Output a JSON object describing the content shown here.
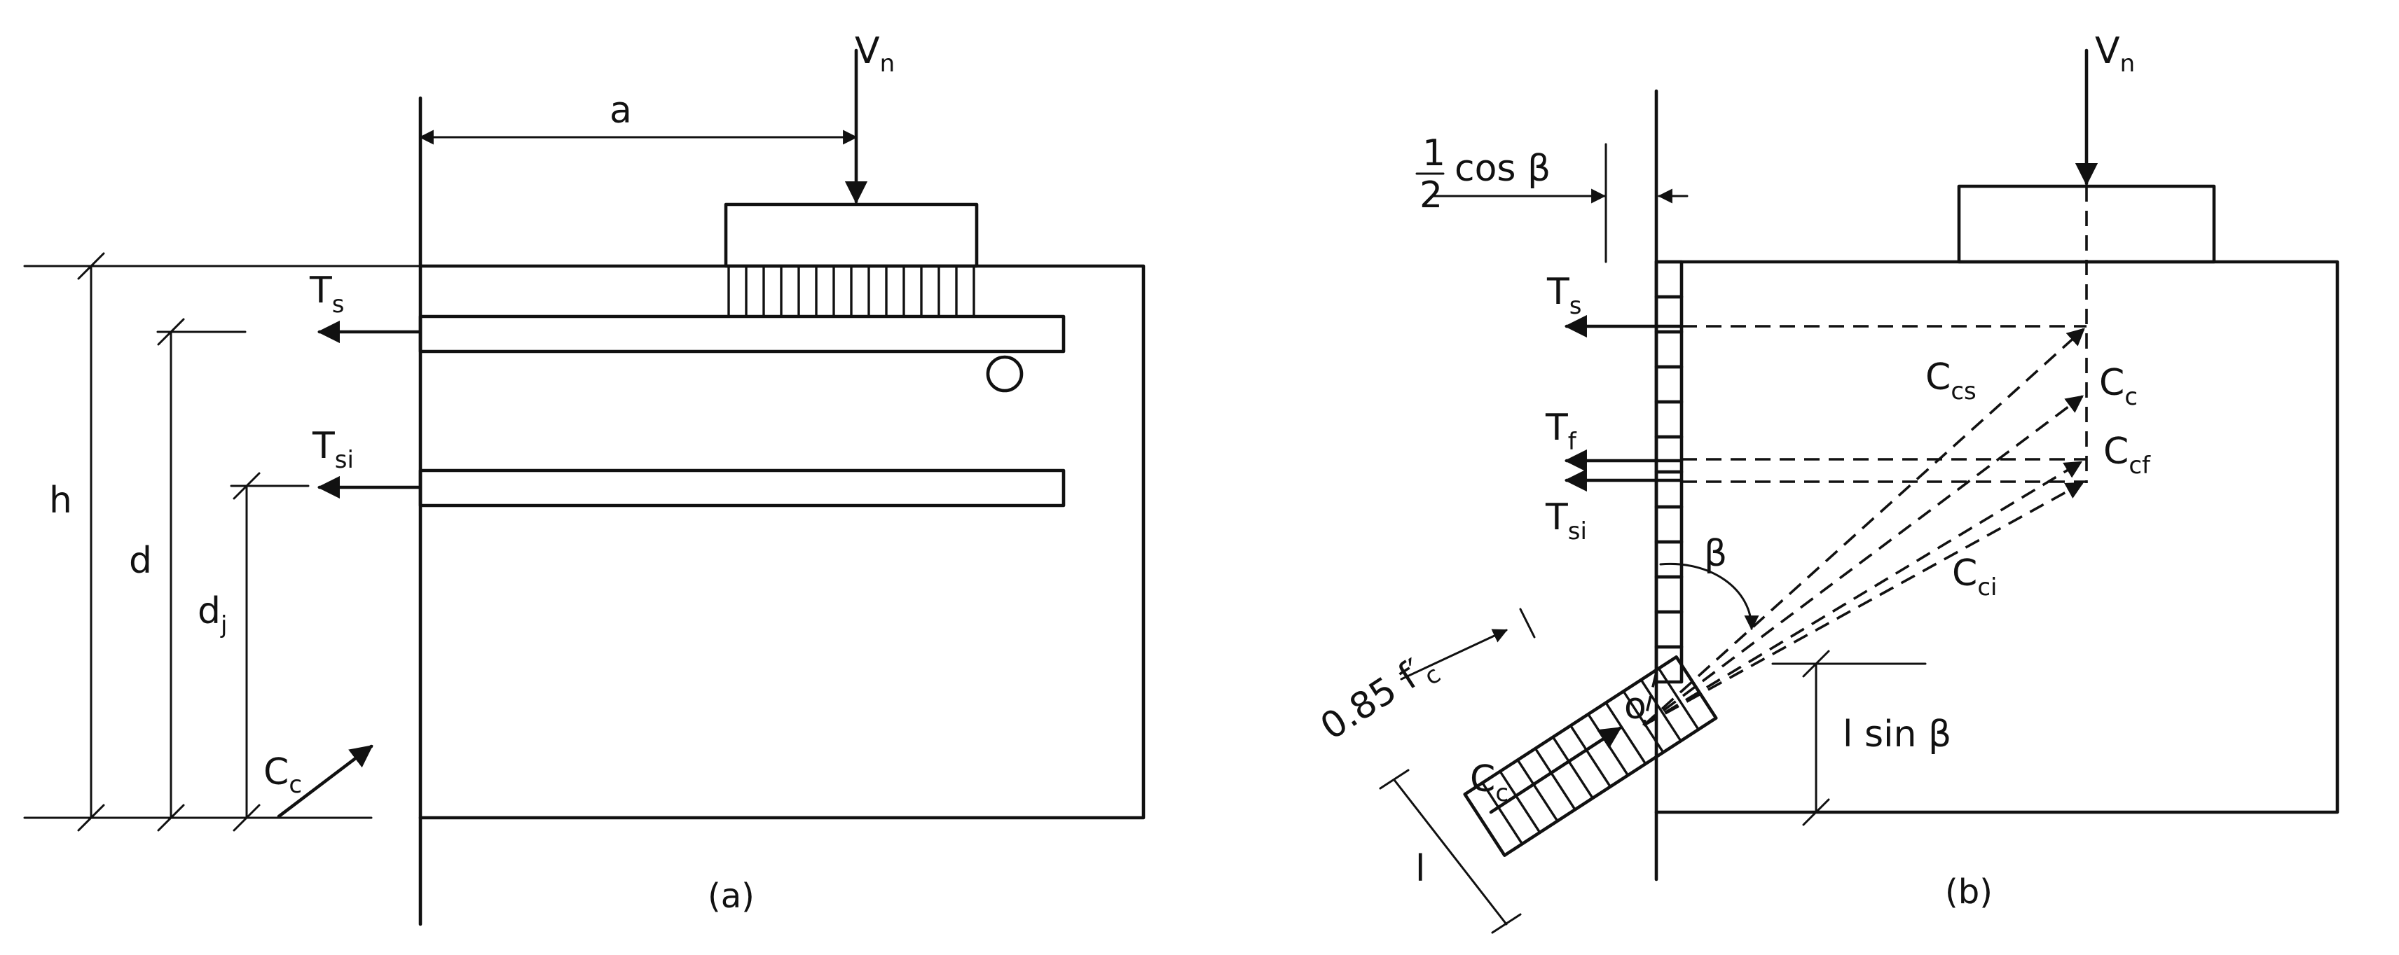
{
  "panel_a": {
    "caption": "(a)",
    "labels": {
      "Vn": "V",
      "Vn_sub": "n",
      "a": "a",
      "h": "h",
      "d": "d",
      "dj": "d",
      "dj_sub": "j",
      "Ts": "T",
      "Ts_sub": "s",
      "Tsi": "T",
      "Tsi_sub": "si",
      "Cc": "C",
      "Cc_sub": "c"
    }
  },
  "panel_b": {
    "caption": "(b)",
    "labels": {
      "Vn": "V",
      "Vn_sub": "n",
      "half_num": "1",
      "half_den": "2",
      "cos_beta": "cos β",
      "Ts": "T",
      "Ts_sub": "s",
      "Tf": "T",
      "Tf_sub": "f",
      "Tsi": "T",
      "Tsi_sub": "si",
      "Ccs": "C",
      "Ccs_sub": "cs",
      "Cc_top": "C",
      "Cc_top_sub": "c",
      "Ccf": "C",
      "Ccf_sub": "cf",
      "Cci": "C",
      "Cci_sub": "ci",
      "beta": "β",
      "stress": "0.85 f′",
      "stress_sub": "c",
      "origin": "o",
      "l_sin_beta": "l sin β",
      "Cc": "C",
      "Cc_sub": "c",
      "l": "l"
    }
  }
}
